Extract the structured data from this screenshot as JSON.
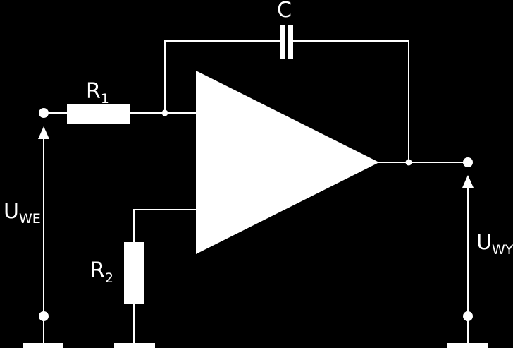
{
  "diagram": {
    "colors": {
      "background": "#000000",
      "foreground": "#ffffff"
    },
    "labels": {
      "capacitor": "C",
      "resistor_1": {
        "main": "R",
        "sub": "1"
      },
      "resistor_2": {
        "main": "R",
        "sub": "2"
      },
      "input_voltage": {
        "main": "U",
        "sub": "WE"
      },
      "output_voltage": {
        "main": "U",
        "sub": "WY"
      }
    }
  }
}
